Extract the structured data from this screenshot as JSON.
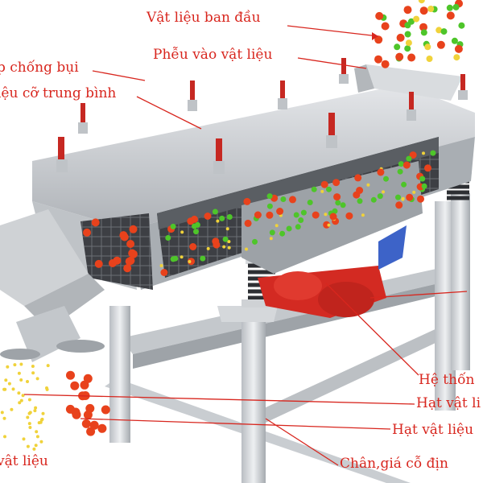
{
  "labels": [
    {
      "id": "vat-lieu-ban-dau",
      "text": "Vật liệu ban đầu"
    },
    {
      "id": "pheu-vao-vat-lieu",
      "text": "Phễu vào vật liệu"
    },
    {
      "id": "nap-chong-bui",
      "text": "p chống bụi"
    },
    {
      "id": "vat-lieu-co-trung-binh",
      "text": "iệu cỡ trung bình"
    },
    {
      "id": "he-thong",
      "text": "Hệ thốn"
    },
    {
      "id": "hat-vat-lieu-1",
      "text": "Hạt vật li"
    },
    {
      "id": "hat-vat-lieu-2",
      "text": "Hạt vật liệu"
    },
    {
      "id": "vat-lieu-bottom-left",
      "text": "vật liệu"
    },
    {
      "id": "chan-gia-co-dinh",
      "text": "Chân,giá cỗ địn"
    }
  ],
  "colors": {
    "label": "#d8261e",
    "leader_line": "#d8261e",
    "particle_large": "#e8421c",
    "particle_medium": "#4ec52a",
    "particle_fine": "#f0d23a",
    "machine_body": "#c9ccd0",
    "machine_dark": "#8e9399",
    "motor": "#d32a22"
  }
}
